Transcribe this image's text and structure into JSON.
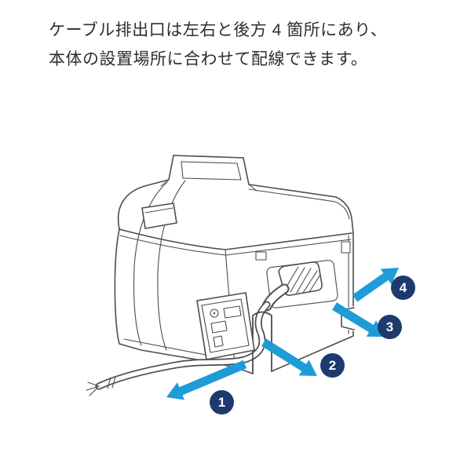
{
  "caption": {
    "line1": "ケーブル排出口は左右と後方 4 箇所にあり、",
    "line2": "本体の設置場所に合わせて配線できます。"
  },
  "colors": {
    "accent-blue": "#1e9cd7",
    "badge-navy": "#1d3a6e",
    "text": "#2f2f2f",
    "line": "#4d4d4d"
  },
  "steps": [
    {
      "number": "1"
    },
    {
      "number": "2"
    },
    {
      "number": "3"
    },
    {
      "number": "4"
    }
  ]
}
